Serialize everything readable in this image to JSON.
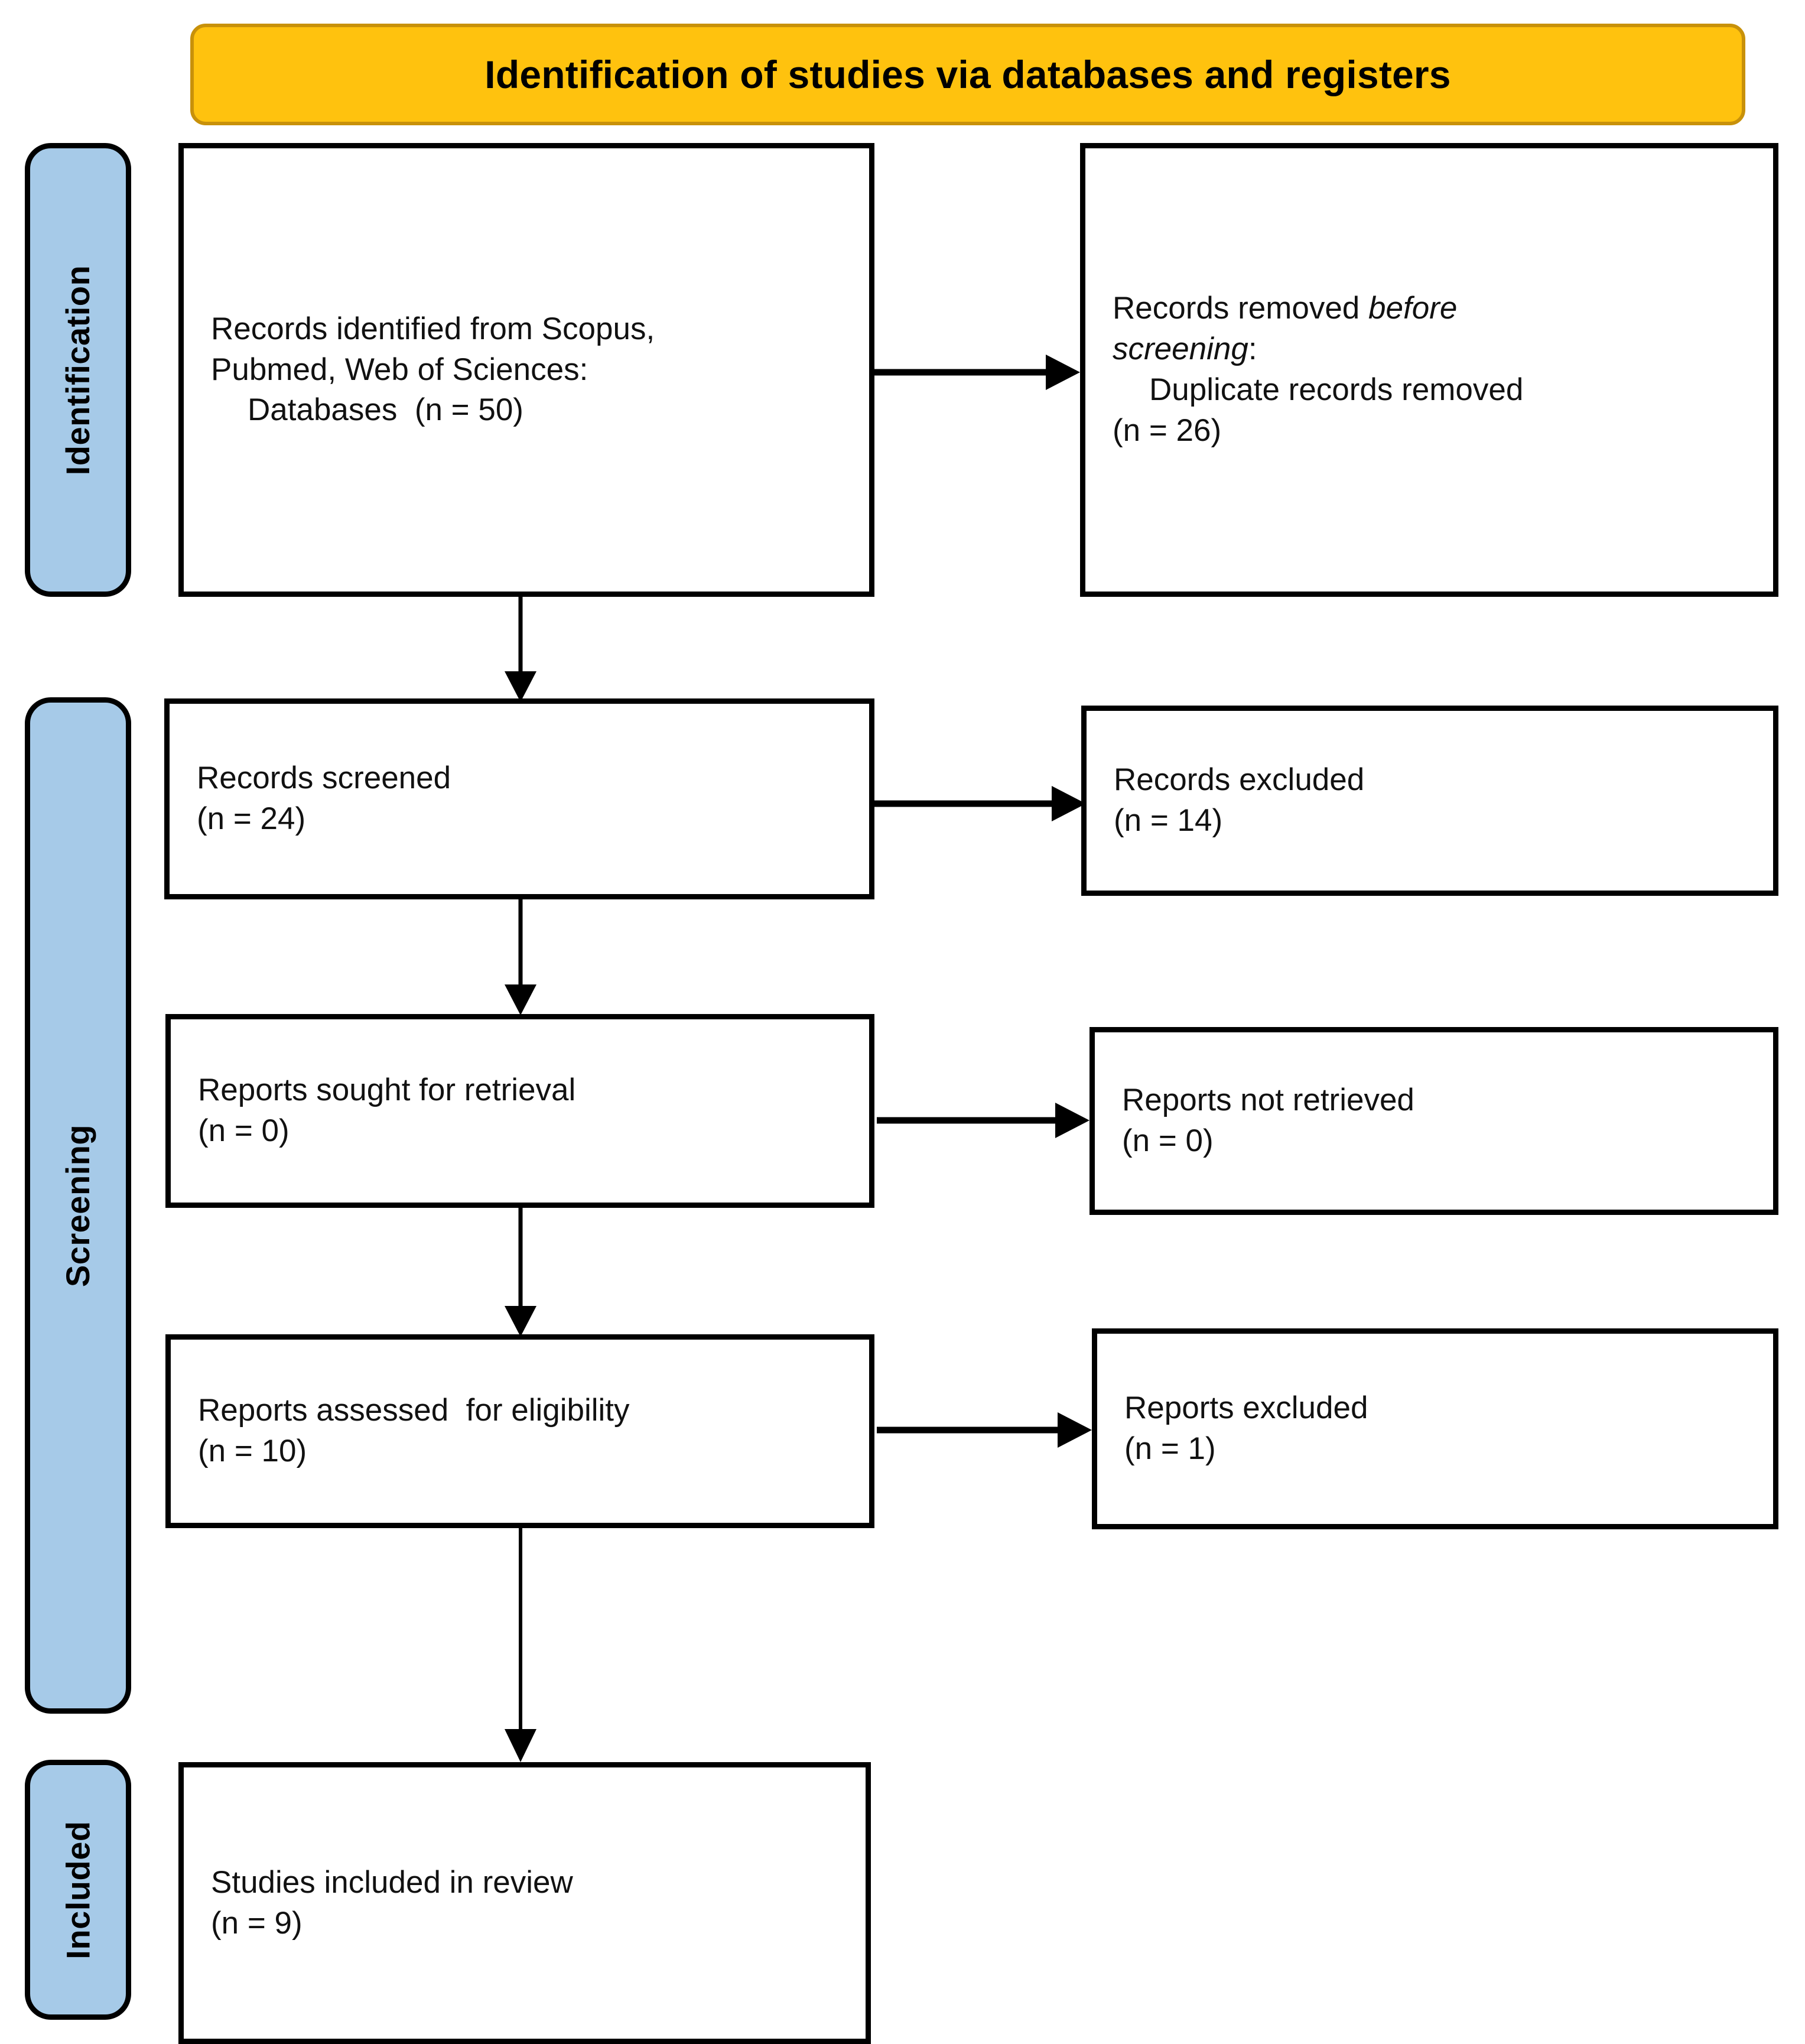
{
  "banner": {
    "title": "Identification of studies via databases and registers",
    "fill": "#FFC20E",
    "stroke": "#C8910A"
  },
  "stages": [
    {
      "key": "identification",
      "label": "Identification",
      "fill": "#A6CAE8"
    },
    {
      "key": "screening",
      "label": "Screening",
      "fill": "#A6CAE8"
    },
    {
      "key": "included",
      "label": "Included",
      "fill": "#A6CAE8"
    }
  ],
  "boxes": {
    "identified": {
      "line1": "Records identified from Scopus,",
      "line2": "Pubmed, Web of Sciences:",
      "line3": "Databases  (n = 50)"
    },
    "removed": {
      "line1_prefix": "Records removed ",
      "line1_italic": "before",
      "line2_italic": "screening",
      "line2_suffix": ":",
      "line3": "Duplicate records removed",
      "line4": "(n = 26)"
    },
    "screened": {
      "line1": "Records screened",
      "line2": "(n = 24)"
    },
    "records_excluded": {
      "line1": "Records excluded",
      "line2": "(n = 14)"
    },
    "sought": {
      "line1": "Reports sought for retrieval",
      "line2": "(n = 0)"
    },
    "not_retrieved": {
      "line1": "Reports not retrieved",
      "line2": "(n = 0)"
    },
    "assessed": {
      "line1": "Reports assessed  for eligibility",
      "line2": "(n = 10)"
    },
    "reports_excluded": {
      "line1": "Reports excluded",
      "line2": "(n = 1)"
    },
    "included": {
      "line1": "Studies included in review",
      "line2": "(n = 9)"
    }
  },
  "chart_data": {
    "type": "diagram",
    "title": "Identification of studies via databases and registers",
    "nodes": [
      {
        "id": "identified",
        "stage": "Identification",
        "label": "Records identified from Scopus, Pubmed, Web of Sciences: Databases",
        "n": 50
      },
      {
        "id": "removed",
        "stage": "Identification",
        "label": "Records removed before screening: Duplicate records removed",
        "n": 26
      },
      {
        "id": "screened",
        "stage": "Screening",
        "label": "Records screened",
        "n": 24
      },
      {
        "id": "records_excluded",
        "stage": "Screening",
        "label": "Records excluded",
        "n": 14
      },
      {
        "id": "sought",
        "stage": "Screening",
        "label": "Reports sought for retrieval",
        "n": 0
      },
      {
        "id": "not_retrieved",
        "stage": "Screening",
        "label": "Reports not retrieved",
        "n": 0
      },
      {
        "id": "assessed",
        "stage": "Screening",
        "label": "Reports assessed for eligibility",
        "n": 10
      },
      {
        "id": "reports_excluded",
        "stage": "Screening",
        "label": "Reports excluded",
        "n": 1
      },
      {
        "id": "included",
        "stage": "Included",
        "label": "Studies included in review",
        "n": 9
      }
    ],
    "edges": [
      {
        "from": "identified",
        "to": "removed",
        "dir": "right"
      },
      {
        "from": "identified",
        "to": "screened",
        "dir": "down"
      },
      {
        "from": "screened",
        "to": "records_excluded",
        "dir": "right"
      },
      {
        "from": "screened",
        "to": "sought",
        "dir": "down"
      },
      {
        "from": "sought",
        "to": "not_retrieved",
        "dir": "right"
      },
      {
        "from": "sought",
        "to": "assessed",
        "dir": "down"
      },
      {
        "from": "assessed",
        "to": "reports_excluded",
        "dir": "right"
      },
      {
        "from": "assessed",
        "to": "included",
        "dir": "down"
      }
    ]
  }
}
